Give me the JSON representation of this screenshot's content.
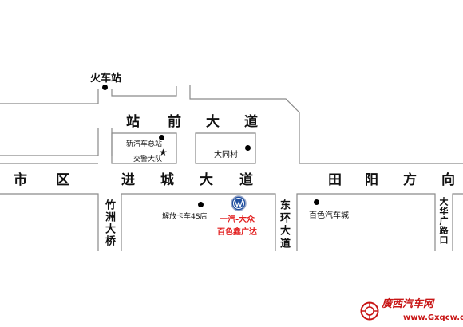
{
  "labels": {
    "train_station": "火车站",
    "zhanqian_road": [
      "站",
      "前",
      "大",
      "道"
    ],
    "shiqu": [
      "市",
      "区"
    ],
    "jincheng_road": [
      "进",
      "城",
      "大",
      "道"
    ],
    "tianyang": [
      "田",
      "阳",
      "方",
      "向"
    ],
    "xin_bus_station": "新汽车总站",
    "traffic_police": "交警大队",
    "datong_village": "大同村",
    "zhuzhou_bridge": "竹洲大桥",
    "jiefang_4s": "解放卡车4S店",
    "dealer_line1": "一汽-大众",
    "dealer_line2": "百色鑫广达",
    "donghuan_road": "东环大道",
    "baise_bus_city": "百色汽车城",
    "dahua_road": "大华广路口"
  },
  "logo": {
    "text": "廣西汽车网",
    "url": "www.Gxqcw.com"
  },
  "colors": {
    "road_line": "#8a8a8a",
    "accent_red": "#e21d1d",
    "vw_blue": "#1f4fa0"
  }
}
